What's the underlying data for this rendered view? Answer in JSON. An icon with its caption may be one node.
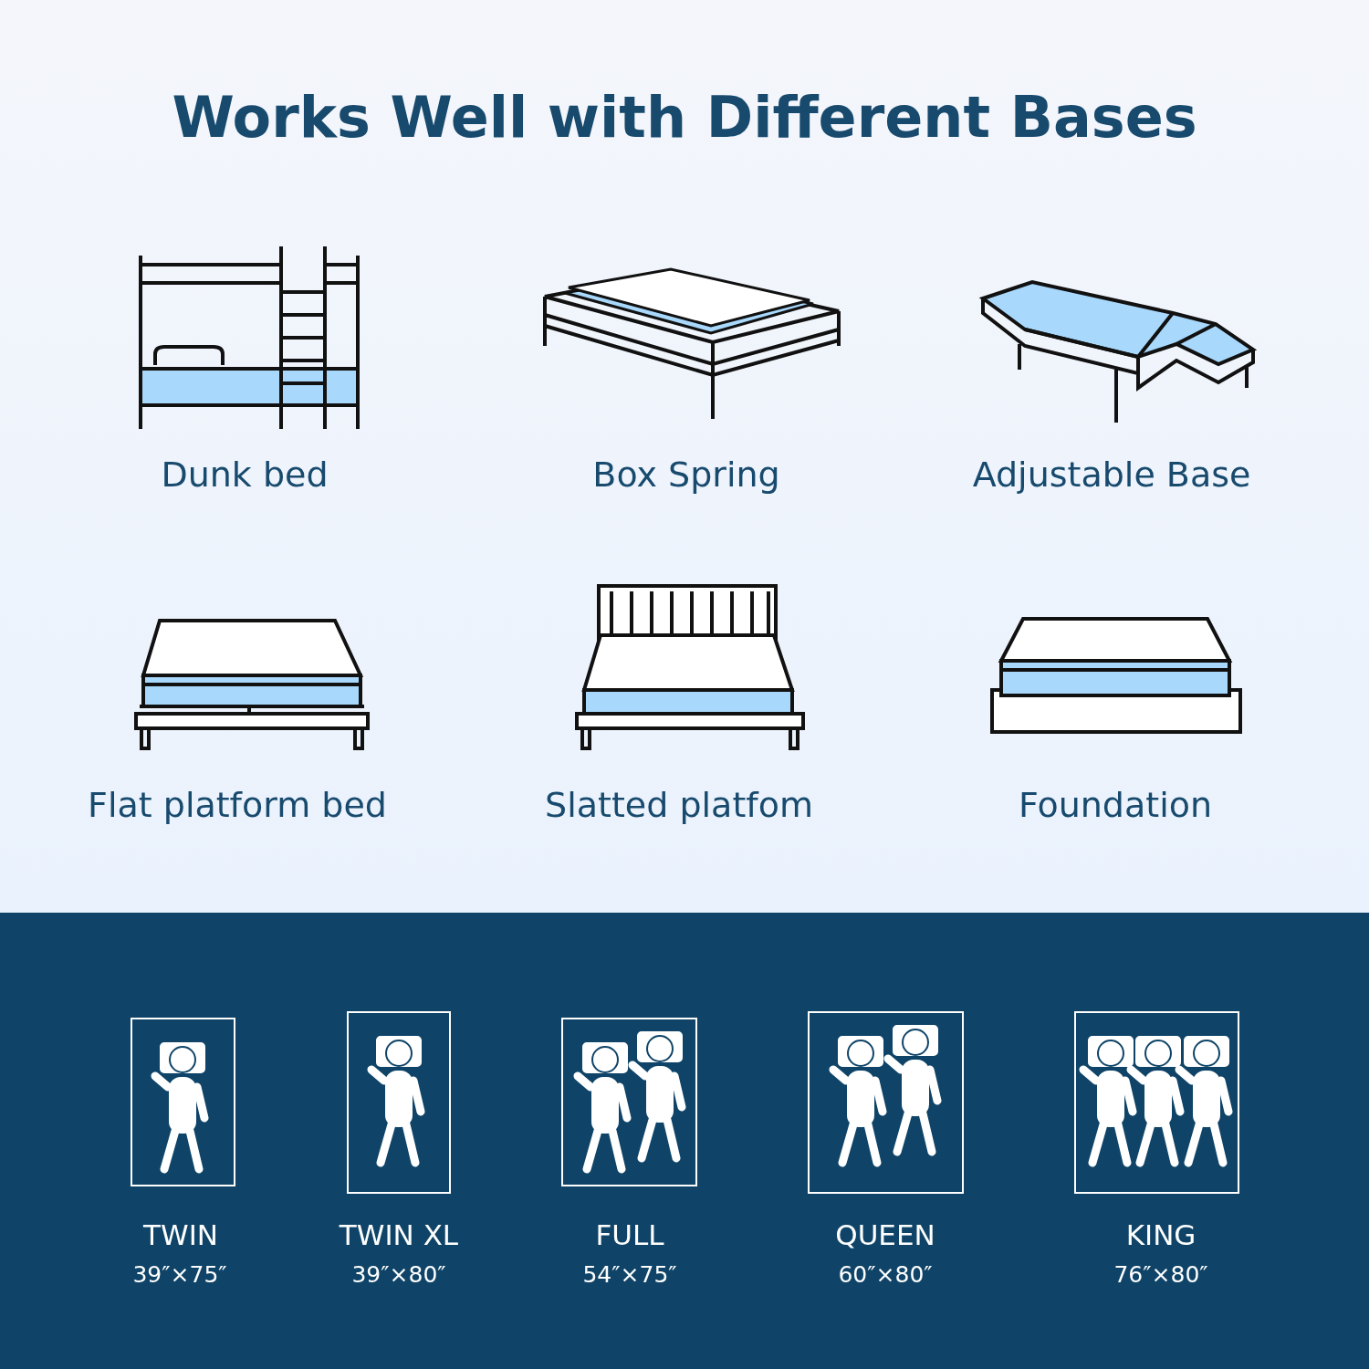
{
  "diagram": {
    "title": "Works Well with Different Bases",
    "labels": [
      "Dunk bed",
      "Box Spring",
      "Adjustable Base",
      "Flat platform bed",
      "Slatted platfom",
      "Foundation",
      "TWIN",
      "39″×75″",
      "TWIN XL",
      "39″×80″",
      "FULL",
      "54″×75″",
      "QUEEN",
      "60″×80″",
      "KING",
      "76″×80″"
    ]
  }
}
